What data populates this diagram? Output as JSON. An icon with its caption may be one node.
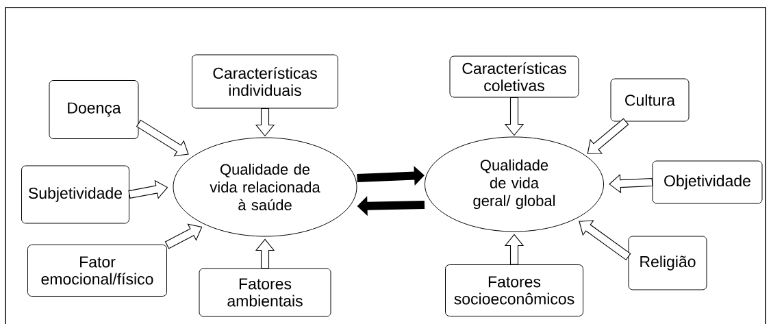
{
  "diagram": {
    "nodes": [
      {
        "text": [
          "Doença"
        ]
      },
      {
        "text": [
          "Características individuais"
        ]
      },
      {
        "text": [
          "Subjetividade"
        ]
      },
      {
        "text": [
          "Qualidade de vida relacionada à saúde"
        ]
      },
      {
        "text": [
          "Fator emocional/físico"
        ]
      },
      {
        "text": [
          "Fatores ambientais"
        ]
      },
      {
        "text": [
          "Características coletivas"
        ]
      },
      {
        "text": [
          "Cultura"
        ]
      },
      {
        "text": [
          "Qualidade de vida geral/ global"
        ]
      },
      {
        "text": [
          "Objetividade"
        ]
      },
      {
        "text": [
          "Religião"
        ]
      },
      {
        "text": [
          "Fatores socioeconômicos"
        ]
      }
    ],
    "edges": [
      {
        "from": 0,
        "to": 3,
        "arrow": "to"
      },
      {
        "from": 1,
        "to": 3,
        "arrow": "to"
      },
      {
        "from": 2,
        "to": 3,
        "arrow": "to"
      },
      {
        "from": 4,
        "to": 3,
        "arrow": "to"
      },
      {
        "from": 5,
        "to": 3,
        "arrow": "to"
      },
      {
        "from": 6,
        "to": 8,
        "arrow": "to"
      },
      {
        "from": 7,
        "to": 8,
        "arrow": "to"
      },
      {
        "from": 9,
        "to": 8,
        "arrow": "to"
      },
      {
        "from": 10,
        "to": 8,
        "arrow": "to"
      },
      {
        "from": 11,
        "to": 8,
        "arrow": "to"
      },
      {
        "from": 3,
        "to": 8,
        "arrow": "to"
      },
      {
        "from": 8,
        "to": 3,
        "arrow": "to"
      }
    ]
  }
}
